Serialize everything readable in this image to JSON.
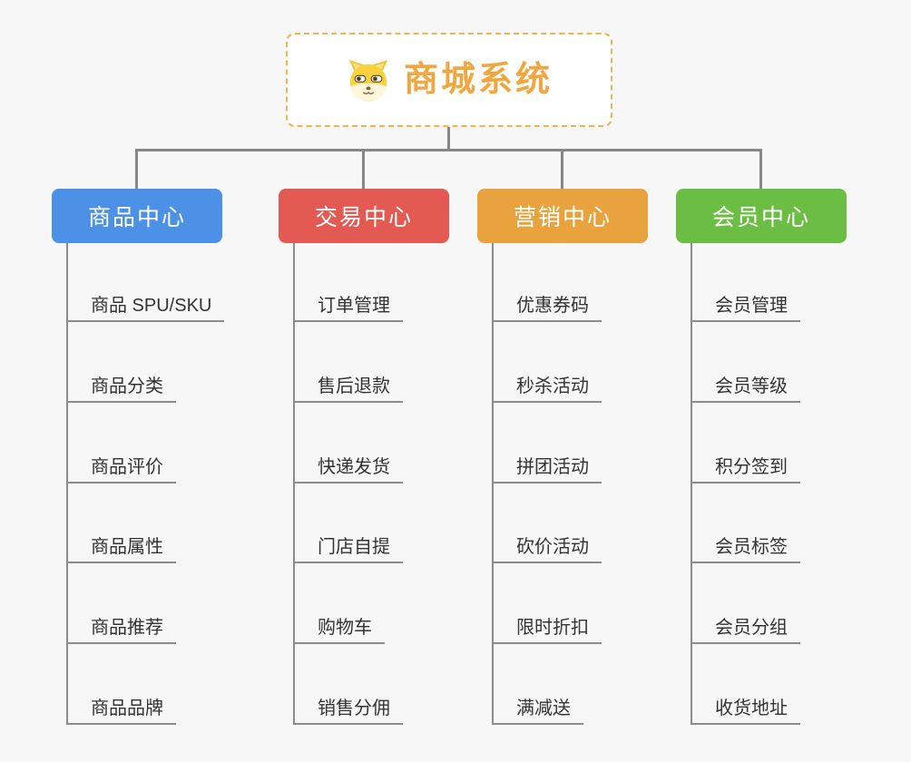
{
  "root": {
    "title": "商城系统",
    "icon": "dog-icon"
  },
  "branches": [
    {
      "label": "商品中心",
      "color": "#4D91E6",
      "children": [
        "商品 SPU/SKU",
        "商品分类",
        "商品评价",
        "商品属性",
        "商品推荐",
        "商品品牌"
      ]
    },
    {
      "label": "交易中心",
      "color": "#E25A52",
      "children": [
        "订单管理",
        "售后退款",
        "快递发货",
        "门店自提",
        "购物车",
        "销售分佣"
      ]
    },
    {
      "label": "营销中心",
      "color": "#E8A33F",
      "children": [
        "优惠券码",
        "秒杀活动",
        "拼团活动",
        "砍价活动",
        "限时折扣",
        "满减送"
      ]
    },
    {
      "label": "会员中心",
      "color": "#6BBE43",
      "children": [
        "会员管理",
        "会员等级",
        "积分签到",
        "会员标签",
        "会员分组",
        "收货地址"
      ]
    }
  ],
  "colors": {
    "background": "#F7F7F7",
    "root_title": "#F0A73F",
    "root_border": "#F2B24E",
    "connector": "#8C8C8C",
    "child_text": "#333333",
    "icon_yellow": "#FBD23C",
    "icon_cream": "#FFF6DC",
    "icon_brown": "#8C5A2B"
  }
}
